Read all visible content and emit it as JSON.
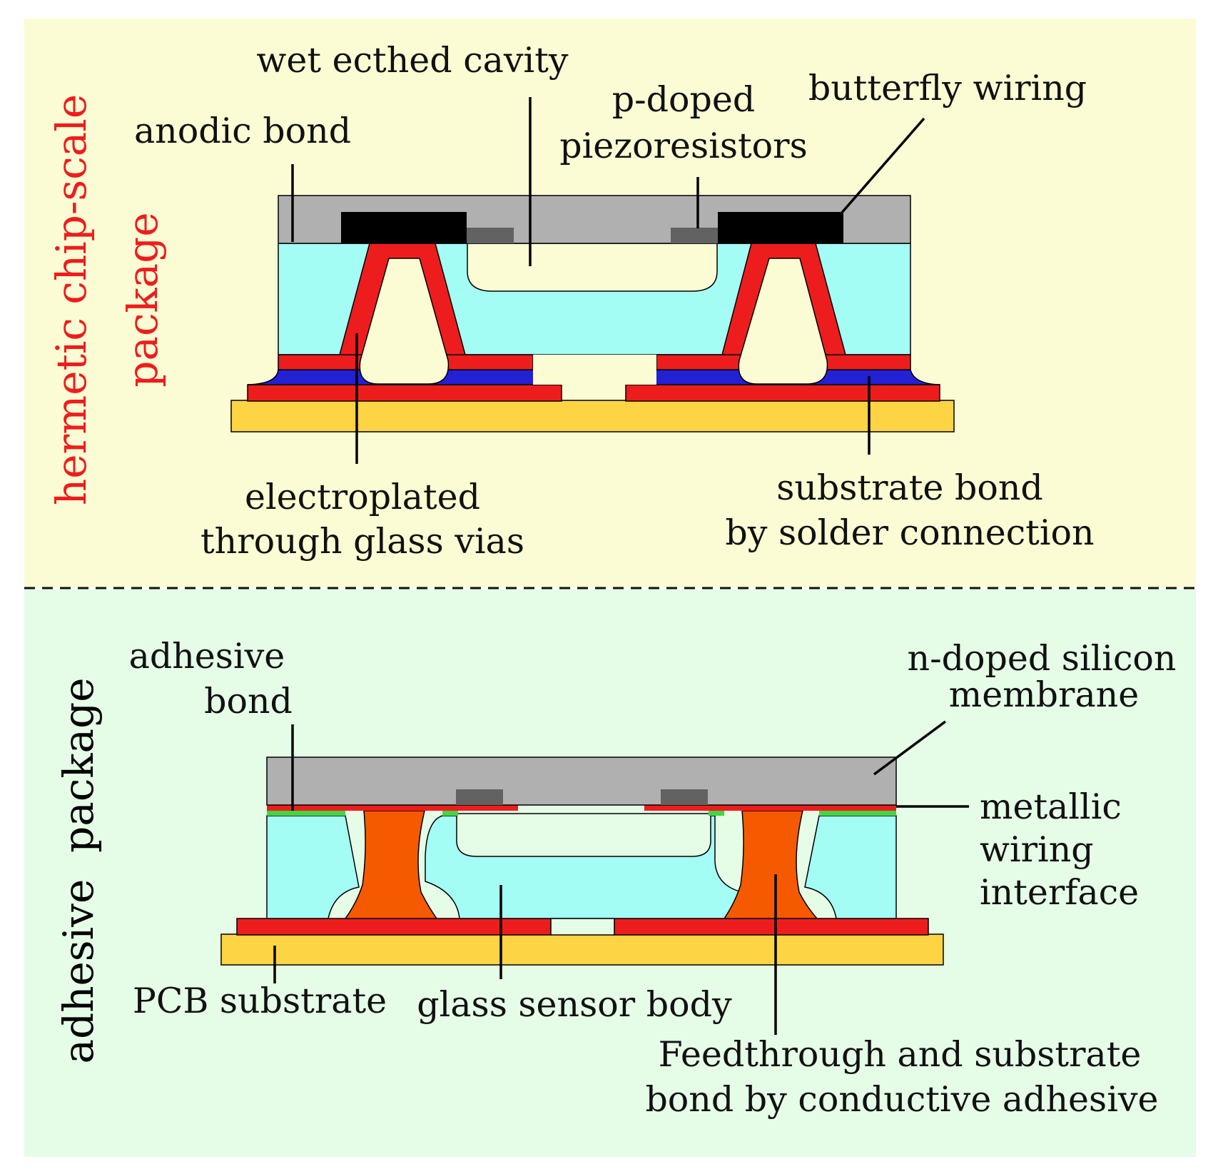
{
  "sections": {
    "top": {
      "label_line1": "hermetic chip-scale",
      "label_line2": "package",
      "bg_color": "#fbfcd4",
      "label_color": "#ee1d1d"
    },
    "bottom": {
      "label": "adhesive  package",
      "bg_color": "#e5fce7",
      "label_color": "#000000"
    }
  },
  "top_labels": {
    "wet_etched_cavity": "wet ecthed cavity",
    "anodic_bond": "anodic bond",
    "p_doped_1": "p-doped",
    "p_doped_2": "piezoresistors",
    "butterfly_wiring": "butterfly wiring",
    "vias_1": "electroplated",
    "vias_2": "through glass vias",
    "solder_1": "substrate bond",
    "solder_2": "by solder connection"
  },
  "bottom_labels": {
    "adhesive_bond_1": "adhesive",
    "adhesive_bond_2": "bond",
    "membrane_1": "n-doped silicon",
    "membrane_2": "membrane",
    "metallic_1": "metallic",
    "metallic_2": "wiring",
    "metallic_3": "interface",
    "pcb": "PCB substrate",
    "glass_body": "glass sensor body",
    "feed_1": "Feedthrough and substrate",
    "feed_2": "bond by conductive adhesive"
  },
  "colors": {
    "silicon": "#b0b0b0",
    "glass": "#a3fdf5",
    "metal": "#ee1d1d",
    "wiring": "#000000",
    "piezo": "#626262",
    "solder": "#2222d4",
    "pcb": "#fdd444",
    "conductive_adhesive": "#f55a00",
    "adhesive_layer": "#44d444"
  }
}
